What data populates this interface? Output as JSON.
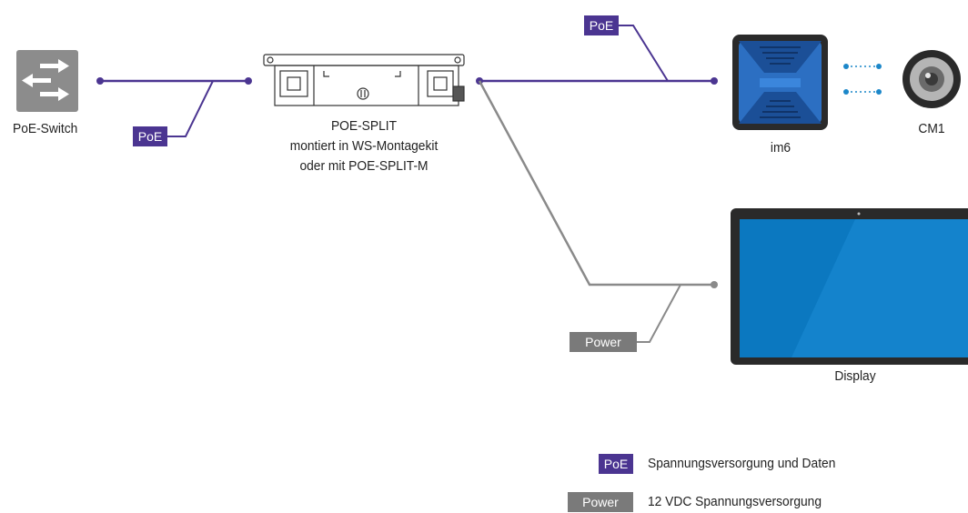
{
  "colors": {
    "poe": "#4b3591",
    "power": "#7a7a7a",
    "wifi": "#1c87c9",
    "device_dark": "#2a2a2a",
    "im6_blue": "#2a6fc0",
    "display_blue": "#0b78c0"
  },
  "nodes": {
    "switch": {
      "label": "PoE-Switch",
      "icon": "switch-icon"
    },
    "splitter": {
      "label_line1": "POE-SPLIT",
      "label_line2": "montiert in WS-Montagekit",
      "label_line3": "oder mit POE-SPLIT-M",
      "icon": "splitter-icon"
    },
    "im6": {
      "label": "im6",
      "icon": "door-station-icon"
    },
    "cm1": {
      "label": "CM1",
      "icon": "camera-icon"
    },
    "display": {
      "label": "Display",
      "icon": "display-icon"
    }
  },
  "connection_tags": {
    "switch_to_splitter": "PoE",
    "splitter_to_im6": "PoE",
    "splitter_to_display": "Power"
  },
  "legend": [
    {
      "tag": "PoE",
      "description": "Spannungsversorgung und Daten"
    },
    {
      "tag": "Power",
      "description": "12 VDC Spannungsversorgung"
    }
  ]
}
